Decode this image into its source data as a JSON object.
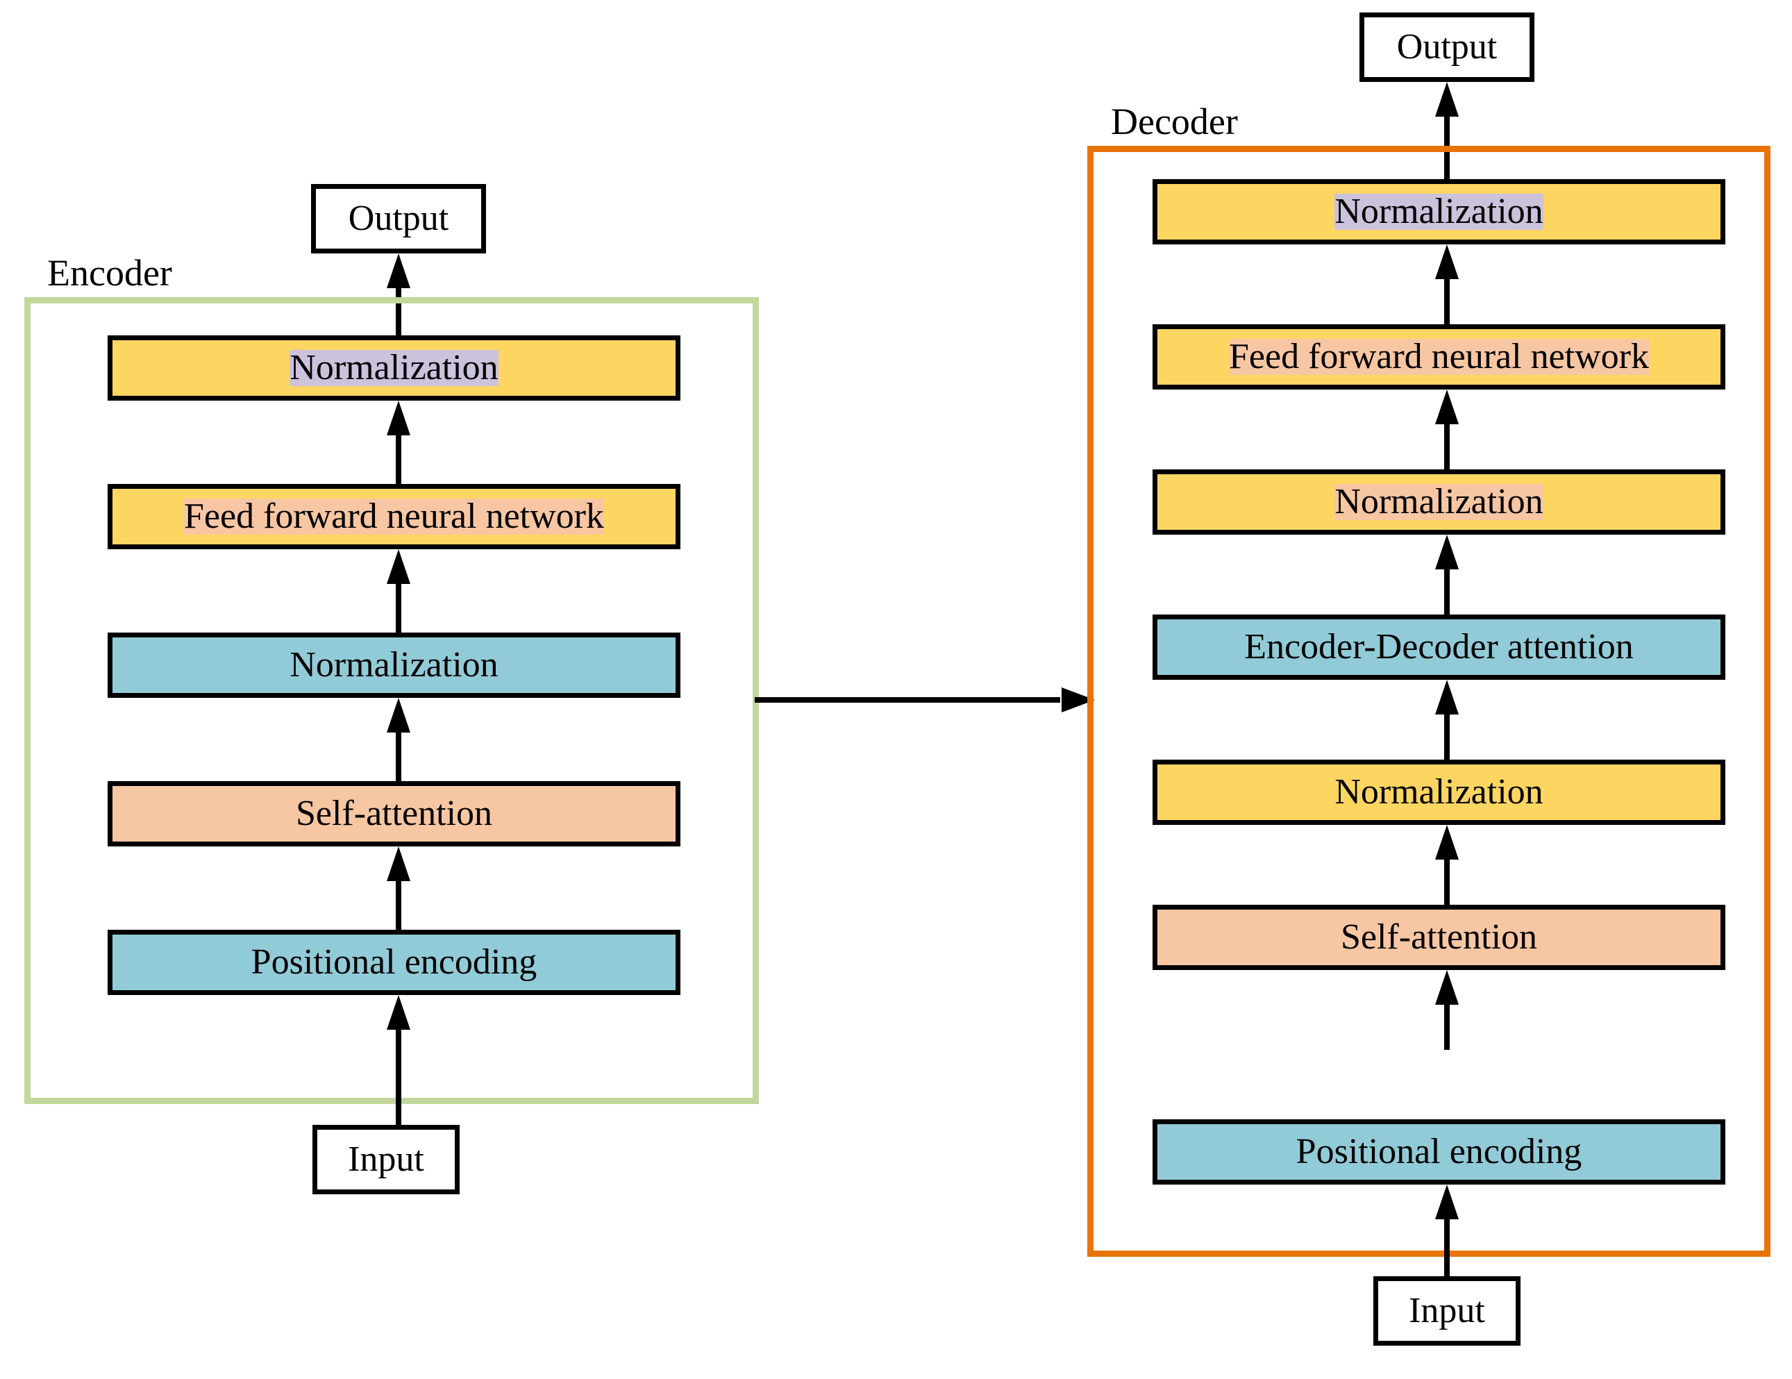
{
  "diagram": {
    "title": "Transformer encoder-decoder architecture",
    "colors": {
      "encoder_border": "#C3D69B",
      "decoder_border": "#E8740C",
      "normalization": "#FDD662",
      "feed_forward": "#CCC2DC",
      "attention": "#F7C6A3",
      "positional_encoding": "#92CBD8",
      "stage_outline": "#000000",
      "arrow": "#000000",
      "background": "#FFFFFF"
    }
  },
  "encoder": {
    "label": "Encoder",
    "output_label": "Output",
    "input_label": "Input",
    "stages": [
      {
        "label": "Normalization",
        "type": "normalization"
      },
      {
        "label": "Feed forward neural network",
        "type": "feed_forward"
      },
      {
        "label": "Normalization",
        "type": "normalization"
      },
      {
        "label": "Self-attention",
        "type": "attention"
      },
      {
        "label": "Positional encoding",
        "type": "positional_encoding"
      }
    ]
  },
  "decoder": {
    "label": "Decoder",
    "output_label": "Output",
    "input_label": "Input",
    "stages": [
      {
        "label": "Normalization",
        "type": "normalization"
      },
      {
        "label": "Feed forward neural network",
        "type": "feed_forward"
      },
      {
        "label": "Normalization",
        "type": "normalization"
      },
      {
        "label": "Encoder-Decoder attention",
        "type": "attention"
      },
      {
        "label": "Normalization",
        "type": "normalization"
      },
      {
        "label": "Self-attention",
        "type": "attention"
      },
      {
        "label": "Positional encoding",
        "type": "positional_encoding"
      }
    ]
  },
  "connector": {
    "name": "encoder-to-decoder-arrow",
    "from": "Encoder",
    "to": "Decoder",
    "direction": "right"
  }
}
